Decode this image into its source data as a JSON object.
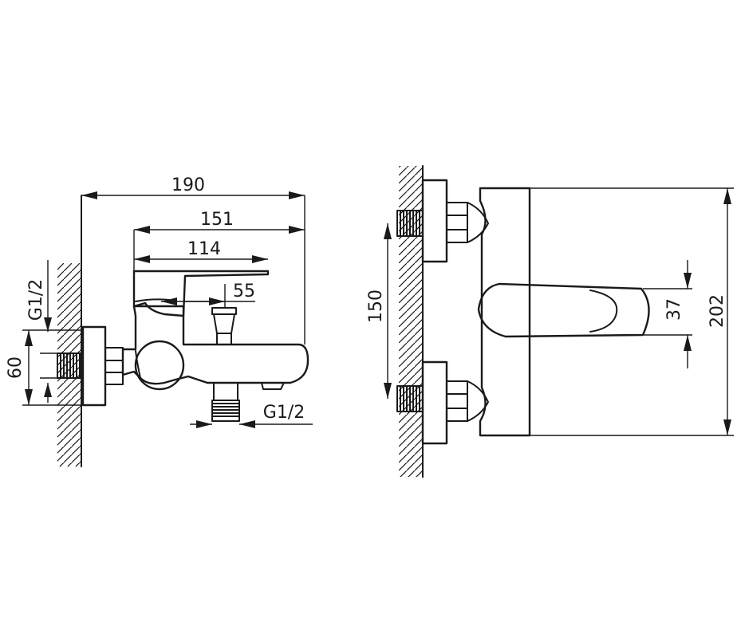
{
  "dimensions": {
    "overall_width": "190",
    "spout_length": "151",
    "handle_length": "114",
    "diverter_offset": "55",
    "inlet_thread": "G1/2",
    "height": "60",
    "outlet_thread": "G1/2",
    "inlet_spacing": "150",
    "handle_height": "37",
    "total_width": "202"
  }
}
